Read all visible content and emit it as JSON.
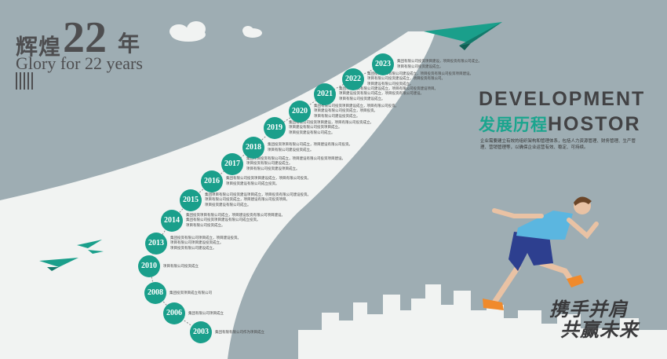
{
  "header": {
    "title_cn_prefix": "辉煌",
    "title_number": "22",
    "title_cn_suffix": "年",
    "title_en": "Glory for 22 years"
  },
  "development": {
    "heading_en": "DEVELOPMENT",
    "heading_cn": "发展历程",
    "heading_en2": "HOSTOR",
    "description": "企业需要建立有效的组织架构和管理体系，包括人力资源管理、财务管理、生产管理、营销管理等，以确保企业运营有效、稳定、可持续。"
  },
  "slogan": {
    "line1": "携手并肩",
    "line2": "共赢未来"
  },
  "timeline": [
    {
      "year": "2003",
      "text": [
        "集团有限有限公司作为项目成立"
      ]
    },
    {
      "year": "2006",
      "text": [
        "集团有限公司项目成立"
      ]
    },
    {
      "year": "2008",
      "text": [
        "集团投资项目成立有限公司"
      ]
    },
    {
      "year": "2010",
      "text": [
        "项目有限公司投资成立"
      ]
    },
    {
      "year": "2013",
      "text": [
        "集团投资有限公司项目成立，项目建设投资。",
        "项目有限公司项目建设投资成立。",
        "项目投资有限公司建设成立。"
      ]
    },
    {
      "year": "2014",
      "text": [
        "集团投资项目有限公司成立，项目建设投资有限公司项目建设。",
        "集团有限公司投资项目建设有限公司成立投资。",
        "项目有限公司投资成立。"
      ]
    },
    {
      "year": "2015",
      "text": [
        "集团项目有限公司投资建设项目成立，项目投资有限公司建设投资。",
        "项目有限公司投资成立，项目建设有限公司投资项目。",
        "项目投资建设有限公司成立。"
      ]
    },
    {
      "year": "2016",
      "text": [
        "集团有限公司投资项目建设成立，项目有限公司投资。",
        "项目投资建设有限公司成立投资。"
      ]
    },
    {
      "year": "2017",
      "text": [
        "集团项目投资有限公司成立，项目建设有限公司投资项目建设。",
        "项目投资有限公司建设成立。",
        "项目有限公司投资建设项目成立。"
      ]
    },
    {
      "year": "2018",
      "text": [
        "集团投资项目有限公司成立，项目建设有限公司投资。",
        "项目有限公司建设投资成立。"
      ]
    },
    {
      "year": "2019",
      "text": [
        "集团有限公司投资项目建设，项目有限公司投资成立。",
        "项目建设有限公司投资项目成立。",
        "项目投资建设有限公司成立。"
      ]
    },
    {
      "year": "2020",
      "text": [
        "集团有限公司投资项目建设成立，项目有限公司投资。",
        "项目建设有限公司投资成立，项目投资。",
        "项目有限公司建设投资成立。"
      ]
    },
    {
      "year": "2021",
      "text": [
        "集团项目投资有限公司建设成立，项目有限公司投资建设项目。",
        "项目建设投资有限公司成立，项目投资有限公司建设。",
        "项目有限公司投资建设成立。"
      ]
    },
    {
      "year": "2022",
      "text": [
        "集团投资项目有限公司建设成立，项目投资有限公司投资项目建设。",
        "项目有限公司投资建设成立，项目投资有限公司。",
        "项目建设有限公司投资成立。"
      ]
    },
    {
      "year": "2023",
      "text": [
        "集团有限公司投资项目建设，项目投资有限公司成立。",
        "项目有限公司投资建设成立。"
      ]
    }
  ],
  "colors": {
    "background": "#9eadb3",
    "accent": "#1a9f8b",
    "light": "#f1f3f2",
    "text": "#4e4e50"
  }
}
